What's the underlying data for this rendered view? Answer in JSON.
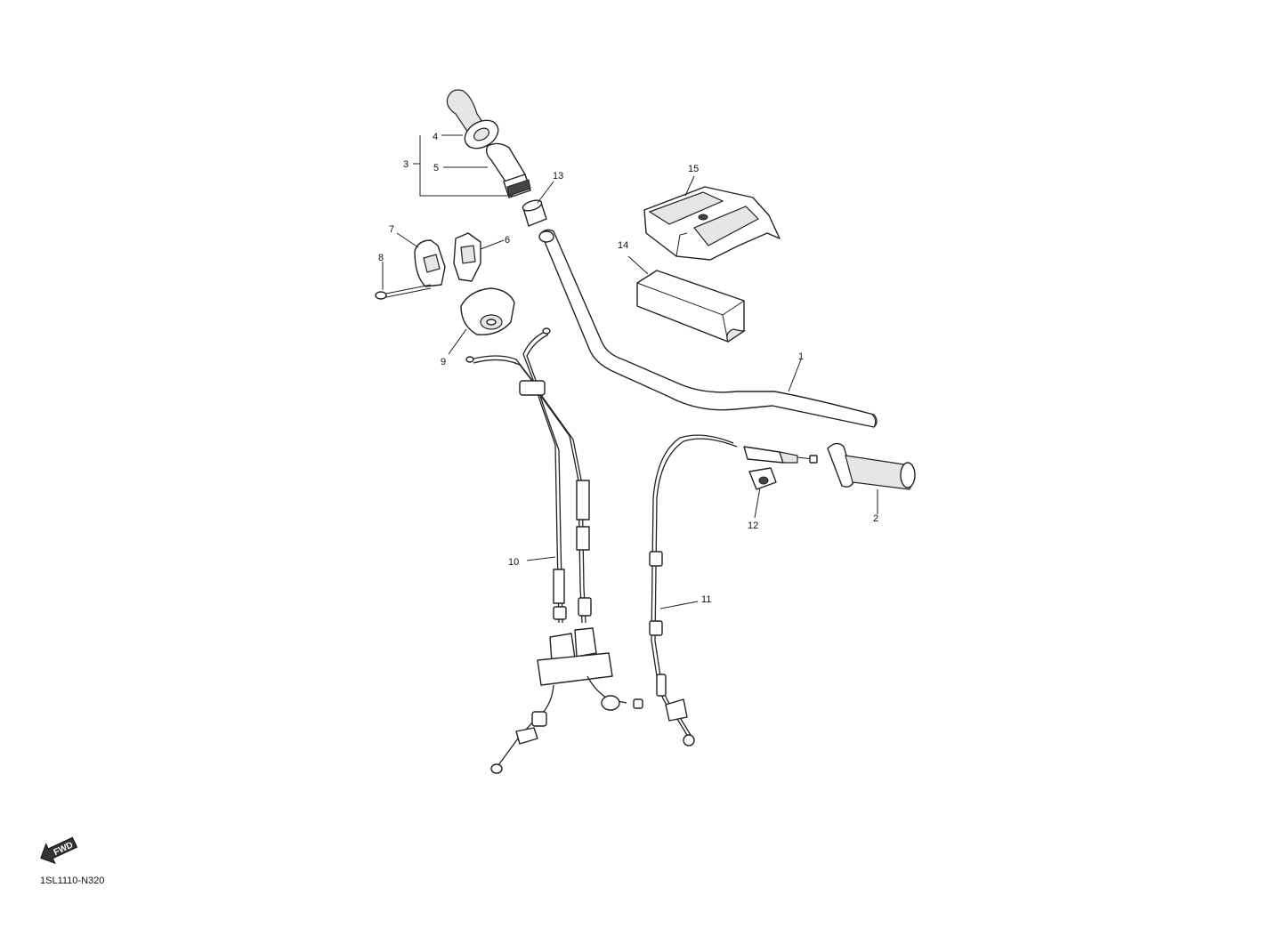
{
  "diagram": {
    "callouts": [
      {
        "id": "1",
        "label": "1"
      },
      {
        "id": "2",
        "label": "2"
      },
      {
        "id": "3",
        "label": "3"
      },
      {
        "id": "4",
        "label": "4"
      },
      {
        "id": "5",
        "label": "5"
      },
      {
        "id": "6",
        "label": "6"
      },
      {
        "id": "7",
        "label": "7"
      },
      {
        "id": "8",
        "label": "8"
      },
      {
        "id": "9",
        "label": "9"
      },
      {
        "id": "10",
        "label": "10"
      },
      {
        "id": "11",
        "label": "11"
      },
      {
        "id": "12",
        "label": "12"
      },
      {
        "id": "13",
        "label": "13"
      },
      {
        "id": "14",
        "label": "14"
      },
      {
        "id": "15",
        "label": "15"
      }
    ],
    "fwd_label": "FWD",
    "drawing_code": "1SL1110-N320"
  }
}
